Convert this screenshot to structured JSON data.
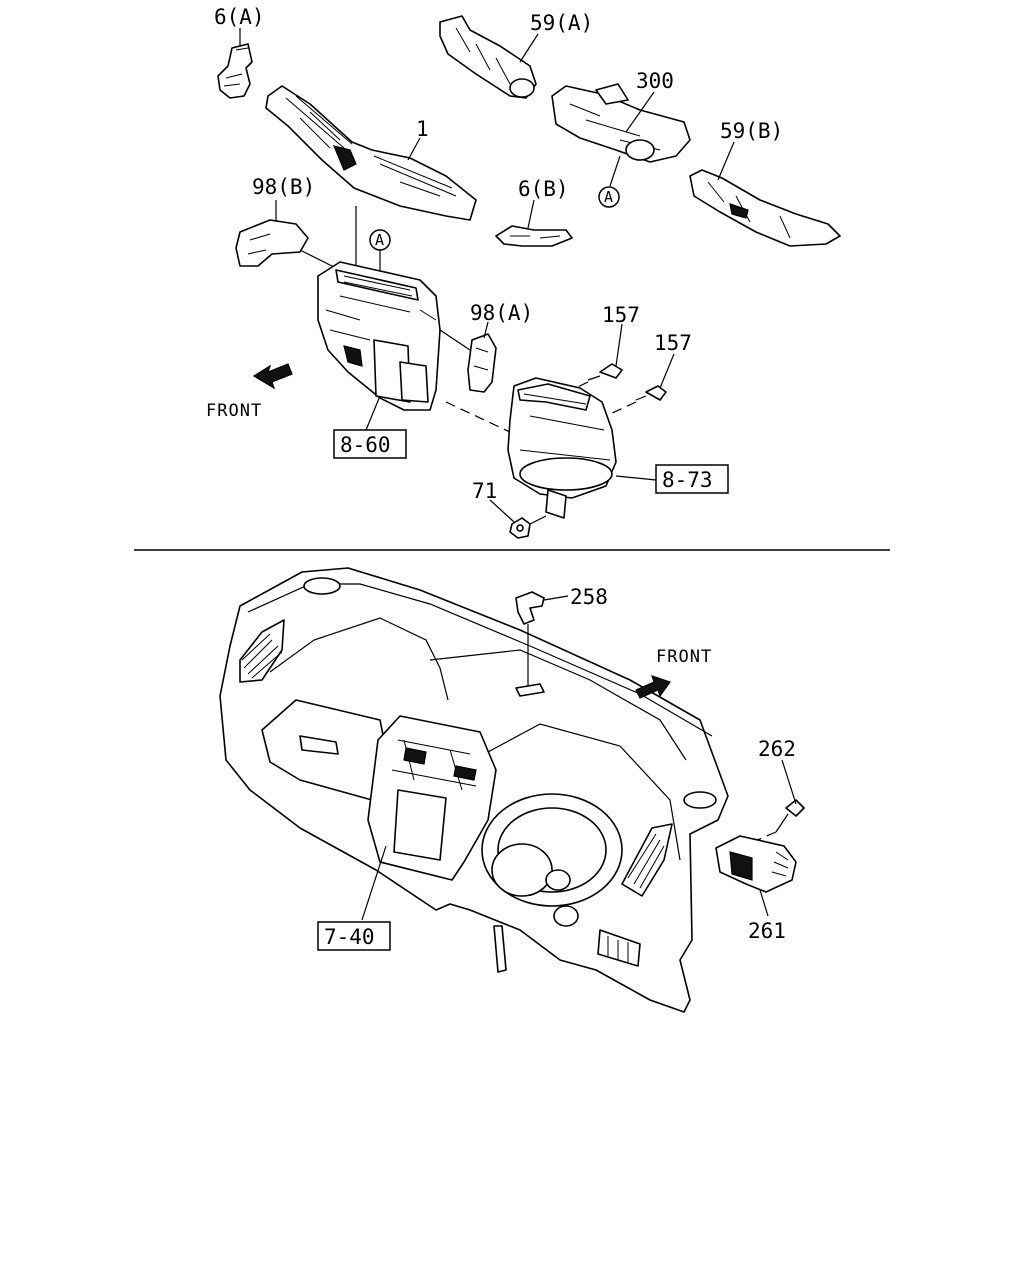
{
  "top_section": {
    "labels": {
      "p6a": "6(A)",
      "p59a": "59(A)",
      "p300": "300",
      "p1": "1",
      "p59b": "59(B)",
      "p98b": "98(B)",
      "p6b": "6(B)",
      "p98a": "98(A)",
      "p157a": "157",
      "p157b": "157",
      "p71": "71"
    },
    "ref_boxes": {
      "r860": "8-60",
      "r873": "8-73"
    },
    "circle_markers": {
      "a1": "A",
      "a2": "A"
    },
    "front_label": "FRONT"
  },
  "bottom_section": {
    "labels": {
      "p258": "258",
      "p262": "262",
      "p261": "261"
    },
    "ref_boxes": {
      "r740": "7-40"
    },
    "front_label": "FRONT"
  }
}
